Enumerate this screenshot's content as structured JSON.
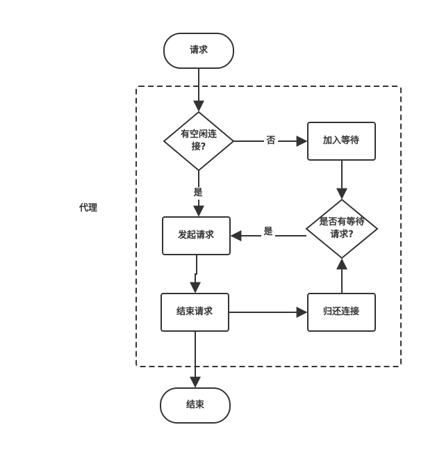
{
  "diagram": {
    "stroke_color": "#333333",
    "background": "#ffffff",
    "container_label": "代理",
    "nodes": {
      "request": "请求",
      "has_idle": "有空闲连\n接?",
      "join_wait": "加入等待",
      "start_request": "发起请求",
      "has_waiting": "是否有等待\n请求?",
      "end_request": "结束请求",
      "return_conn": "归还连接",
      "end": "结束"
    },
    "edge_labels": {
      "no": "否",
      "yes_down": "是",
      "yes_left": "是"
    }
  }
}
